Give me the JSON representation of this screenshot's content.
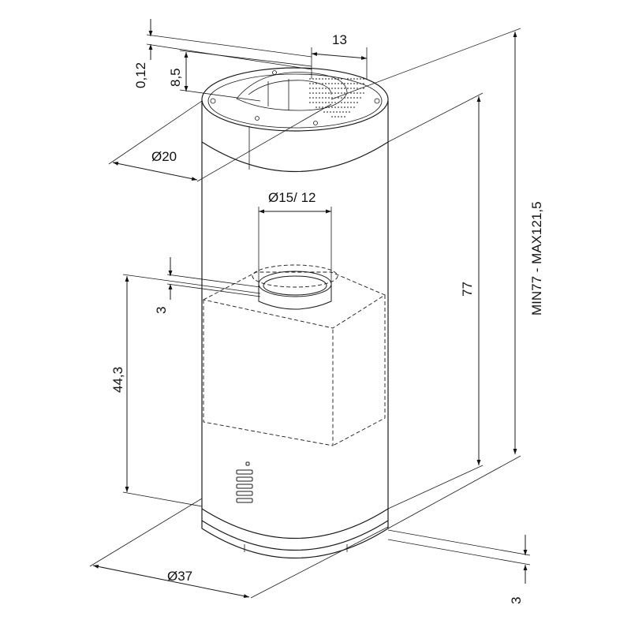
{
  "labels": {
    "top_width": "13",
    "top_offset": "0,12",
    "top_height": "8,5",
    "top_diameter": "Ø20",
    "outlet_diameter": "Ø15/ 12",
    "motor_offset": "3",
    "motor_height": "44,3",
    "body_height": "77",
    "total_height": "MIN77 - MAX121,5",
    "base_diameter": "Ø37",
    "base_height": "3"
  }
}
